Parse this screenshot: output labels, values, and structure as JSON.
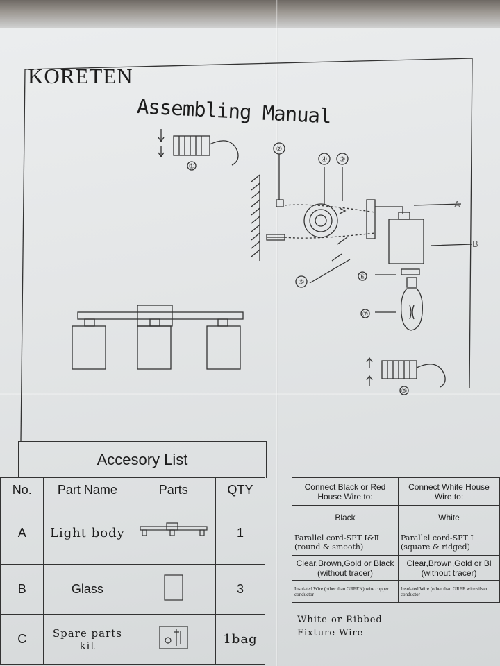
{
  "header": {
    "brand": "KORETEN",
    "title": "Assembling Manual"
  },
  "diagram": {
    "step_numbers": [
      "①",
      "②",
      "③",
      "④",
      "⑤",
      "⑥",
      "⑦",
      "⑧"
    ],
    "labels": {
      "a": "A",
      "b": "B"
    }
  },
  "accessory_list": {
    "title": "Accesory List",
    "columns": [
      "No.",
      "Part Name",
      "Parts",
      "QTY"
    ],
    "rows": [
      {
        "no": "A",
        "name": "Light body",
        "qty": "1"
      },
      {
        "no": "B",
        "name": "Glass",
        "qty": "3"
      },
      {
        "no": "C",
        "name": "Spare parts kit",
        "qty": "1bag"
      }
    ]
  },
  "wiring": {
    "headers": [
      "Connect Black or Red House Wire to:",
      "Connect White House Wire to:"
    ],
    "rows": [
      [
        "Black",
        "White"
      ],
      [
        "Parallel cord-SPT Ⅰ&Ⅱ (round & smooth)",
        "Parallel cord-SPT Ⅰ (square & ridged)"
      ],
      [
        "Clear,Brown,Gold or Black (without tracer)",
        "Clear,Brown,Gold or Bl (without tracer)"
      ],
      [
        "Insulated Wire (other than GREEN) wire copper conductor",
        "Insulated Wire (other than GREE wire silver conductor"
      ]
    ],
    "note": "White or Ribbed",
    "note2": "Fixture Wire"
  },
  "colors": {
    "paper": "#e4e6e7",
    "ink": "#1c1c1c"
  }
}
